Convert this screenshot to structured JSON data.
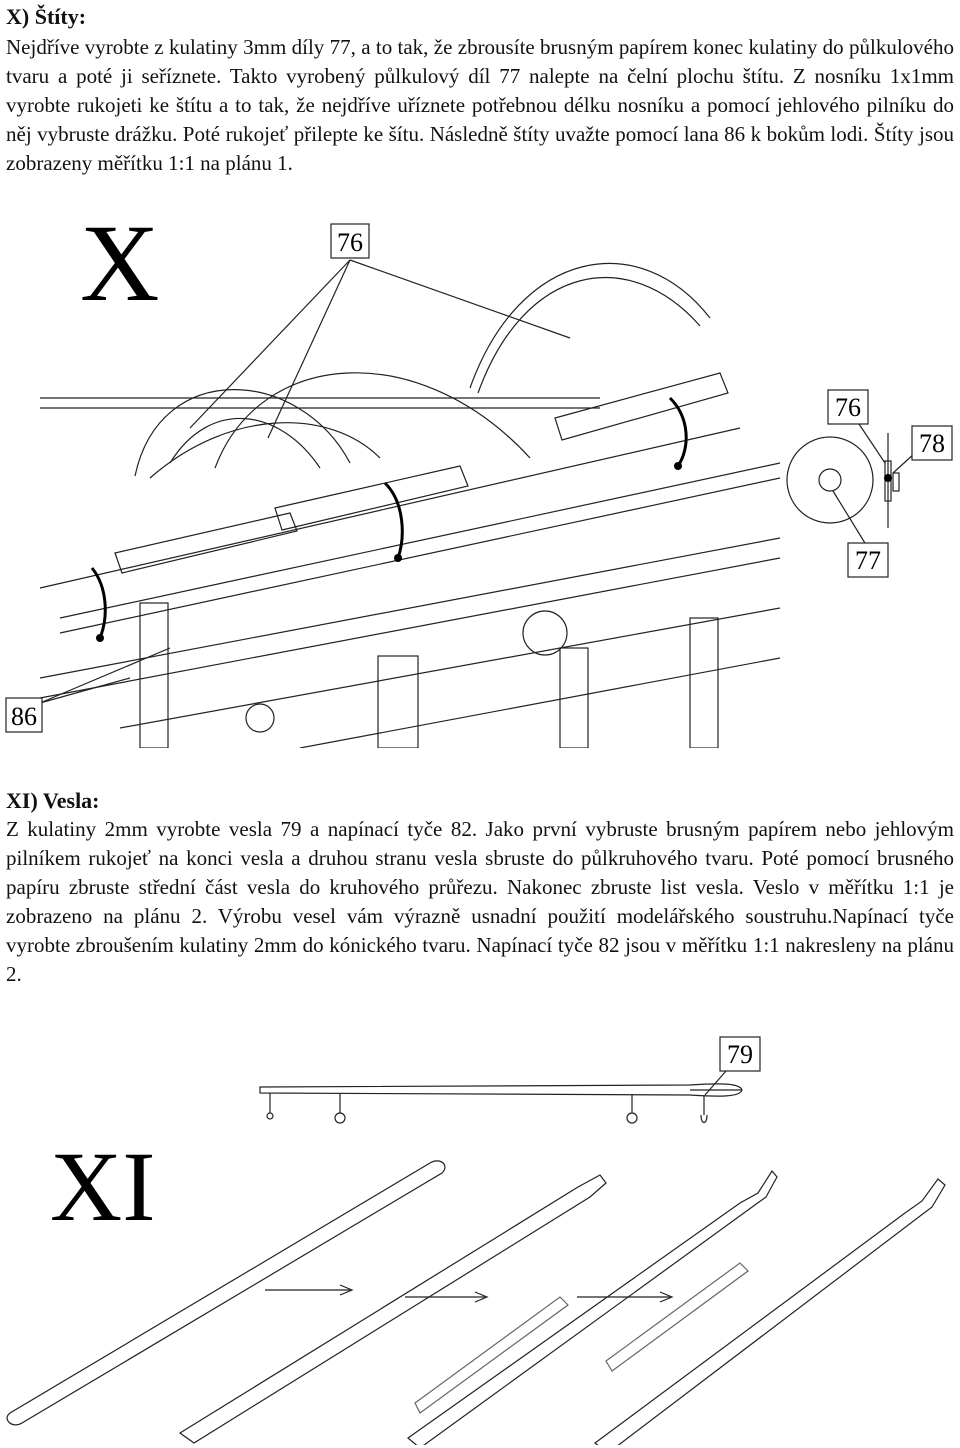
{
  "section_x": {
    "title": "X) Štíty:",
    "paragraph": "Nejdříve vyrobte z kulatiny 3mm díly 77, a to tak, že zbrousíte brusným papírem konec kulatiny do půlkulového tvaru a poté ji seříznete. Takto vyrobený půlkulový díl 77 nalepte na čelní plochu štítu. Z nosníku 1x1mm vyrobte rukojeti ke štítu a to tak, že nejdříve uříznete potřebnou délku nosníku a pomocí jehlového pilníku do něj vybruste drážku. Poté rukojeť přilepte ke šítu. Následně štíty uvažte pomocí lana 86 k bokům lodi. Štíty jsou zobrazeny měřítku 1:1 na plánu 1.",
    "figure": {
      "big_label": "X",
      "callouts": {
        "shield_top": "76",
        "detail_shield": "76",
        "detail_handle": "78",
        "detail_boss": "77",
        "rope": "86"
      }
    }
  },
  "section_xi": {
    "title": "XI) Vesla:",
    "paragraph": "Z kulatiny 2mm vyrobte vesla 79 a napínací tyče 82. Jako první vybruste brusným papírem nebo jehlovým pilníkem rukojeť na konci vesla a druhou stranu vesla sbruste do půlkruhového tvaru. Poté pomocí brusného papíru zbruste střední část vesla do kruhového průřezu. Nakonec zbruste list vesla. Veslo v měřítku 1:1 je zobrazeno na plánu 2. Výrobu vesel vám výrazně usnadní použití modelářského soustruhu.Napínací tyče vyrobte zbroušením kulatiny 2mm do kónického tvaru. Napínací tyče 82 jsou v měřítku 1:1 nakresleny na plánu 2.",
    "figure": {
      "big_label": "XI",
      "callouts": {
        "oar": "79"
      }
    }
  }
}
